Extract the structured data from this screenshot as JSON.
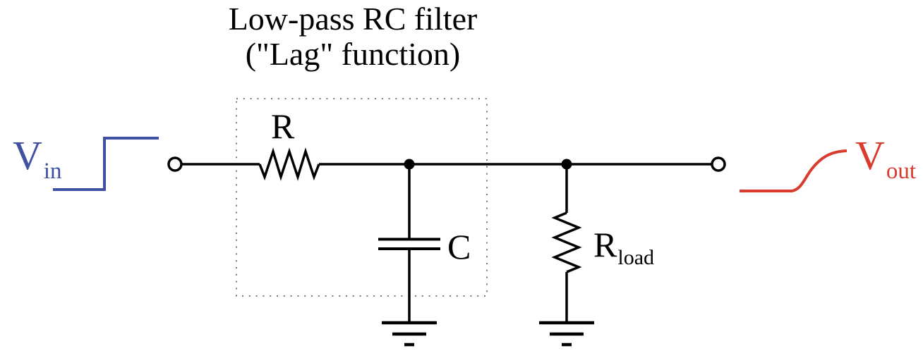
{
  "title": {
    "line1": "Low-pass RC filter",
    "line2": "(\"Lag\" function)"
  },
  "labels": {
    "input_signal": {
      "base": "V",
      "subscript": "in"
    },
    "output_signal": {
      "base": "V",
      "subscript": "out"
    },
    "series_resistor": "R",
    "capacitor": "C",
    "load_resistor": {
      "base": "R",
      "subscript": "load"
    }
  },
  "waveforms": {
    "input_shape": "step",
    "output_shape": "exponential-rise"
  },
  "colors": {
    "input_signal": "#3F51A0",
    "output_signal": "#D93B2C",
    "circuit": "#000000",
    "filter_box": "#7A7A7A",
    "background": "#FFFFFF"
  }
}
